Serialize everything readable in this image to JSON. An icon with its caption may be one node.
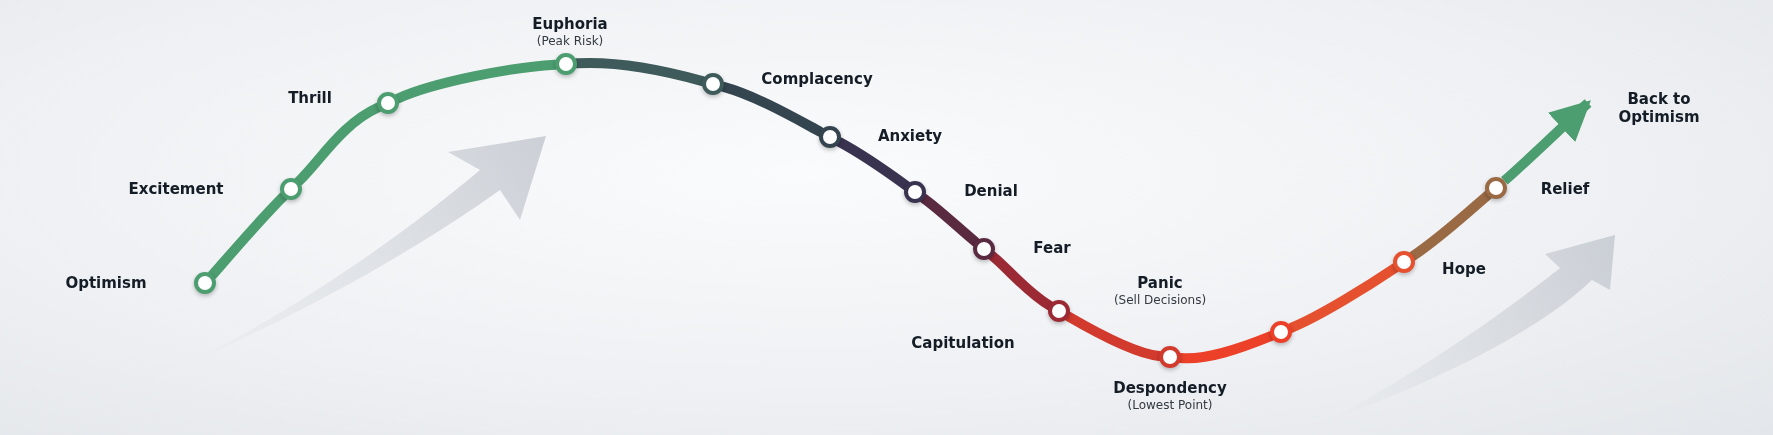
{
  "diagram": {
    "nodes": [
      {
        "text": [
          "Optimism"
        ]
      },
      {
        "text": [
          "Excitement"
        ]
      },
      {
        "text": [
          "Thrill"
        ]
      },
      {
        "text": [
          "Euphoria",
          "(Peak Risk)"
        ]
      },
      {
        "text": [
          "Complacency"
        ]
      },
      {
        "text": [
          "Anxiety"
        ]
      },
      {
        "text": [
          "Denial"
        ]
      },
      {
        "text": [
          "Fear"
        ]
      },
      {
        "text": [
          "Capitulation"
        ]
      },
      {
        "text": [
          "Despondency",
          "(Lowest Point)"
        ]
      },
      {
        "text": [],
        "shape": "circle"
      },
      {
        "text": [
          "Hope"
        ]
      },
      {
        "text": [
          "Relief"
        ]
      },
      {
        "text": [
          "Back to Optimism"
        ]
      }
    ],
    "edges": [
      {
        "from": 0,
        "to": 1,
        "arrow": "none",
        "color": "#4c9e70"
      },
      {
        "from": 1,
        "to": 2,
        "arrow": "none",
        "color": "#4c9e70"
      },
      {
        "from": 2,
        "to": 3,
        "arrow": "none",
        "color": "#4c9e70"
      },
      {
        "from": 3,
        "to": 4,
        "arrow": "none",
        "color": "#3e5a5a"
      },
      {
        "from": 4,
        "to": 5,
        "arrow": "none",
        "color": "#34454f"
      },
      {
        "from": 5,
        "to": 6,
        "arrow": "none",
        "color": "#3a3350"
      },
      {
        "from": 6,
        "to": 7,
        "arrow": "none",
        "color": "#5a2a40"
      },
      {
        "from": 7,
        "to": 8,
        "arrow": "none",
        "color": "#9c2a35"
      },
      {
        "from": 8,
        "to": 9,
        "arrow": "none",
        "color": "#d23a2e"
      },
      {
        "from": 9,
        "to": 10,
        "arrow": "none",
        "color": "#ec4028"
      },
      {
        "from": 10,
        "to": 11,
        "arrow": "none",
        "color": "#e5502f"
      },
      {
        "from": 11,
        "to": 12,
        "arrow": "none",
        "color": "#9a6a45"
      },
      {
        "from": 12,
        "to": 13,
        "arrow": "to",
        "color": "#4c9e70"
      }
    ],
    "labels": [
      "Panic",
      "(Sell Decisions)"
    ]
  }
}
